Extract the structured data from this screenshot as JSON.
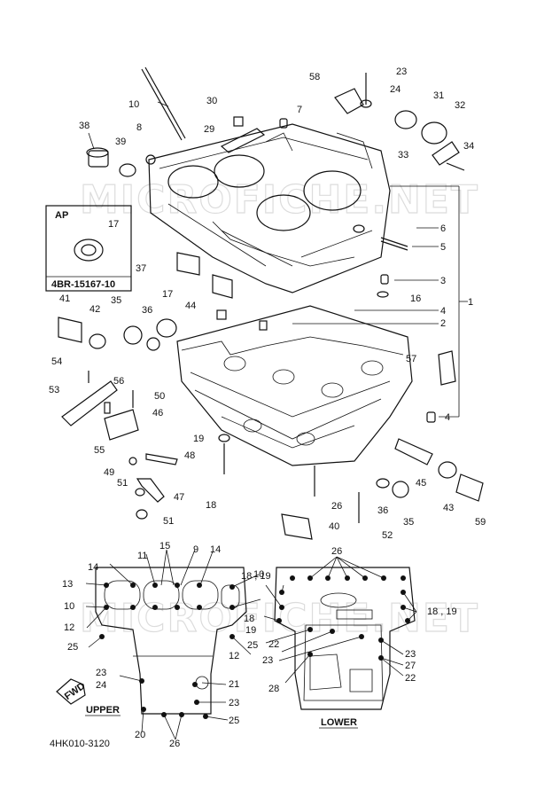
{
  "watermark": "MICROFICHE.NET",
  "part_code": "4HK010-3120",
  "ap_box": {
    "title": "AP",
    "part_label": "17",
    "part_number": "4BR-15167-10"
  },
  "legend": {
    "upper": "UPPER",
    "lower": "LOWER",
    "fwd": "FWD"
  },
  "labels": {
    "n1": "1",
    "n2": "2",
    "n3": "3",
    "n4a": "4",
    "n4b": "4",
    "n5": "5",
    "n6": "6",
    "n7": "7",
    "n8": "8",
    "n10": "10",
    "n16": "16",
    "n17": "17",
    "n18": "18",
    "n19": "19",
    "n23": "23",
    "n24": "24",
    "n26": "26",
    "n29": "29",
    "n30": "30",
    "n31": "31",
    "n32": "32",
    "n33": "33",
    "n34": "34",
    "n35a": "35",
    "n35b": "35",
    "n36a": "36",
    "n36b": "36",
    "n37": "37",
    "n38": "38",
    "n39": "39",
    "n40": "40",
    "n41": "41",
    "n42": "42",
    "n43": "43",
    "n44": "44",
    "n45": "45",
    "n46": "46",
    "n47": "47",
    "n48": "48",
    "n49": "49",
    "n50": "50",
    "n51a": "51",
    "n51b": "51",
    "n52": "52",
    "n53": "53",
    "n54": "54",
    "n55": "55",
    "n56": "56",
    "n57": "57",
    "n58": "58",
    "n59": "59"
  },
  "upper_labels": {
    "u9": "9",
    "u10a": "10",
    "u10b": "10",
    "u11": "11",
    "u12a": "12",
    "u12b": "12",
    "u13": "13",
    "u14a": "14",
    "u14b": "14",
    "u15": "15",
    "u20": "20",
    "u21": "21",
    "u23": "23",
    "u2324a": "23",
    "u2324b": "24",
    "u25a": "25",
    "u25b": "25",
    "u26": "26"
  },
  "lower_labels": {
    "l1819a": "18 , 19",
    "l1819b": "18 , 19",
    "l18": "18",
    "l19": "19",
    "l22a": "22",
    "l22b": "22",
    "l23a": "23",
    "l23b": "23",
    "l25": "25",
    "l26": "26",
    "l27": "27",
    "l28": "28"
  }
}
